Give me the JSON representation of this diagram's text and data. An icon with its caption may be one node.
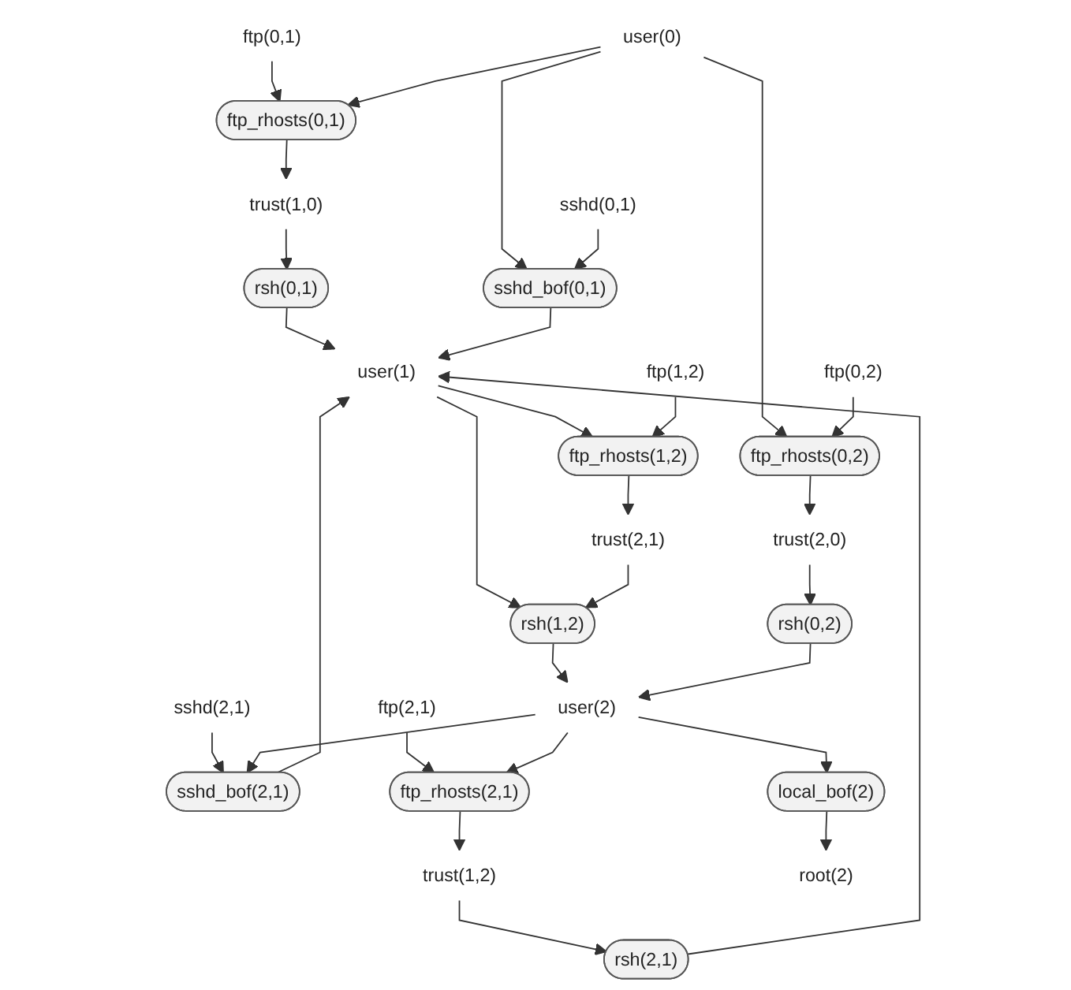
{
  "diagram": {
    "nodes": [
      {
        "text": [
          "ftp(0,1)"
        ]
      },
      {
        "text": [
          "user(0)"
        ]
      },
      {
        "text": [
          "ftp(0,2)"
        ]
      },
      {
        "text": [
          "ftp_rhosts(0,1)"
        ]
      },
      {
        "text": [
          "ftp_rhosts(0,2)"
        ]
      },
      {
        "text": [
          "sshd(0,1)"
        ]
      },
      {
        "text": [
          "trust(1,0)"
        ]
      },
      {
        "text": [
          "sshd_bof(0,1)"
        ]
      },
      {
        "text": [
          "trust(2,0)"
        ]
      },
      {
        "text": [
          "rsh(0,1)"
        ]
      },
      {
        "text": [
          "user(1)"
        ]
      },
      {
        "text": [
          "rsh(2,1)"
        ]
      },
      {
        "text": [
          "ftp(1,2)"
        ]
      },
      {
        "text": [
          "trust(1,2)"
        ]
      },
      {
        "text": [
          "ftp_rhosts(1,2)"
        ]
      },
      {
        "text": [
          "sshd_bof(2,1)"
        ]
      },
      {
        "text": [
          "trust(2,1)"
        ]
      },
      {
        "text": [
          "sshd(2,1)"
        ]
      },
      {
        "text": [
          "ftp_rhosts(2,1)"
        ]
      },
      {
        "text": [
          "ftp(2,1)"
        ]
      },
      {
        "text": [
          "rsh(1,2)"
        ]
      },
      {
        "text": [
          "user(2)"
        ]
      },
      {
        "text": [
          "rsh(0,2)"
        ]
      },
      {
        "text": [
          "local_bof(2)"
        ]
      },
      {
        "text": [
          "root(2)"
        ]
      }
    ],
    "edges": [
      {
        "from": 0,
        "to": 3,
        "arrow": "to"
      },
      {
        "from": 1,
        "to": 3,
        "arrow": "to"
      },
      {
        "from": 1,
        "to": 7,
        "arrow": "to"
      },
      {
        "from": 1,
        "to": 4,
        "arrow": "to"
      },
      {
        "from": 2,
        "to": 4,
        "arrow": "to"
      },
      {
        "from": 5,
        "to": 7,
        "arrow": "to"
      },
      {
        "from": 3,
        "to": 6,
        "arrow": "to"
      },
      {
        "from": 6,
        "to": 9,
        "arrow": "to"
      },
      {
        "from": 4,
        "to": 8,
        "arrow": "to"
      },
      {
        "from": 8,
        "to": 22,
        "arrow": "to"
      },
      {
        "from": 9,
        "to": 10,
        "arrow": "to"
      },
      {
        "from": 7,
        "to": 10,
        "arrow": "to"
      },
      {
        "from": 11,
        "to": 10,
        "arrow": "to"
      },
      {
        "from": 10,
        "to": 14,
        "arrow": "to"
      },
      {
        "from": 12,
        "to": 14,
        "arrow": "to"
      },
      {
        "from": 10,
        "to": 20,
        "arrow": "to"
      },
      {
        "from": 14,
        "to": 16,
        "arrow": "to"
      },
      {
        "from": 16,
        "to": 20,
        "arrow": "to"
      },
      {
        "from": 15,
        "to": 10,
        "arrow": "to"
      },
      {
        "from": 17,
        "to": 15,
        "arrow": "to"
      },
      {
        "from": 13,
        "to": 11,
        "arrow": "to"
      },
      {
        "from": 18,
        "to": 13,
        "arrow": "to"
      },
      {
        "from": 19,
        "to": 18,
        "arrow": "to"
      },
      {
        "from": 20,
        "to": 21,
        "arrow": "to"
      },
      {
        "from": 21,
        "to": 15,
        "arrow": "to"
      },
      {
        "from": 21,
        "to": 18,
        "arrow": "to"
      },
      {
        "from": 22,
        "to": 21,
        "arrow": "to"
      },
      {
        "from": 21,
        "to": 23,
        "arrow": "to"
      },
      {
        "from": 23,
        "to": 24,
        "arrow": "to"
      }
    ]
  }
}
